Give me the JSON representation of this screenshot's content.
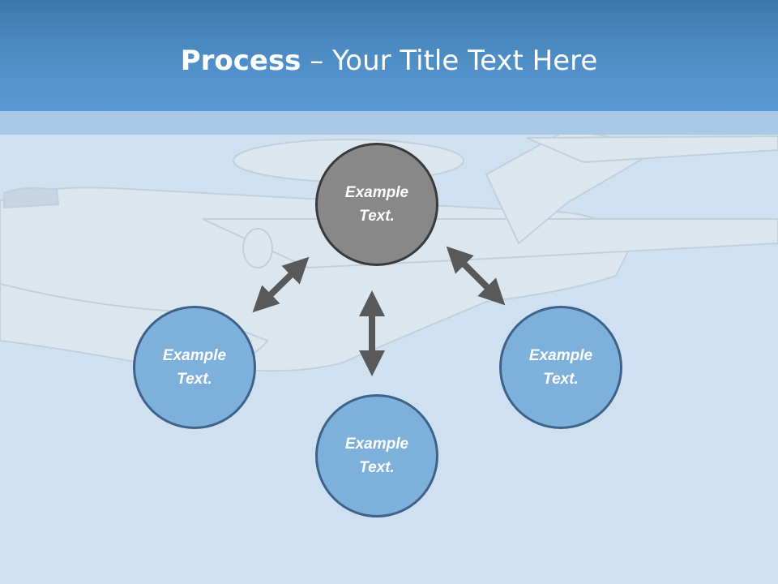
{
  "header": {
    "title_bold": "Process",
    "title_rest": " – Your Title Text Here"
  },
  "diagram": {
    "center_label": "Example Text.",
    "left_label": "Example Text.",
    "bottom_label": "Example Text.",
    "right_label": "Example Text."
  },
  "colors": {
    "header": "#5b9bd5",
    "background": "#cfe1f1",
    "center_circle": "#888888",
    "outer_circles": "#7eb0dc",
    "arrows": "#595959"
  }
}
